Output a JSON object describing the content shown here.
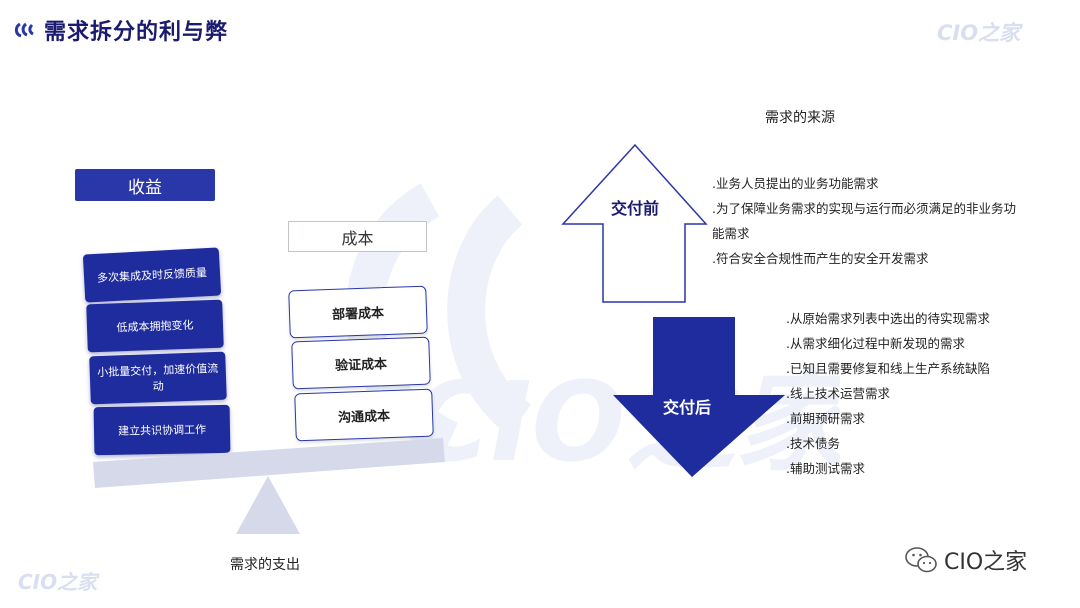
{
  "header": {
    "title": "需求拆分的利与弊",
    "brand": "CIO之家"
  },
  "benefits": {
    "header": "收益",
    "items": [
      "多次集成及时反馈质量",
      "低成本拥抱变化",
      "小批量交付，加速价值流动",
      "建立共识协调工作"
    ]
  },
  "costs": {
    "header": "成本",
    "items": [
      "部署成本",
      "验证成本",
      "沟通成本"
    ]
  },
  "balance": {
    "label": "需求的支出"
  },
  "sources": {
    "title": "需求的来源",
    "before": {
      "label": "交付前",
      "items": [
        ".业务人员提出的业务功能需求",
        ".为了保障业务需求的实现与运行而必须满足的非业务功",
        "能需求",
        ".符合安全合规性而产生的安全开发需求"
      ]
    },
    "after": {
      "label": "交付后",
      "items": [
        ".从原始需求列表中选出的待实现需求",
        ".从需求细化过程中新发现的需求",
        ".已知且需要修复和线上生产系统缺陷",
        ".线上技术运营需求",
        ".前期预研需求",
        ".技术债务",
        ".辅助测试需求"
      ]
    }
  },
  "footer": {
    "brand": "CIO之家",
    "wechat": "CIO之家"
  },
  "colors": {
    "primary": "#1f2c9e",
    "header_blue": "#2a37a8",
    "beam": "#d5d9ea",
    "watermark": "#eef1f9"
  }
}
